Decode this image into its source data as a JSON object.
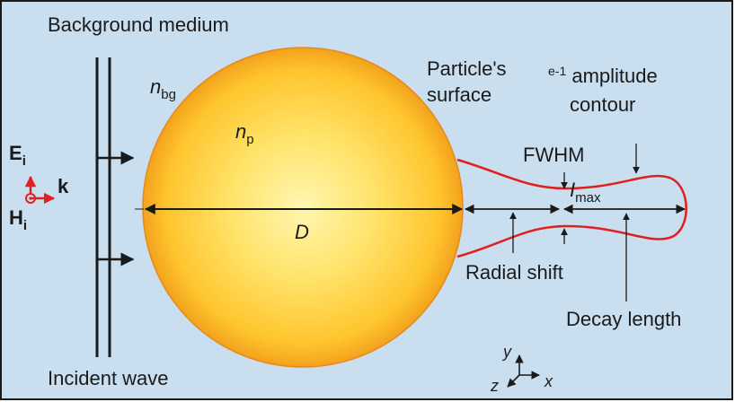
{
  "labels": {
    "background_medium": "Background medium",
    "n_bg": {
      "base": "n",
      "sub": "bg"
    },
    "n_p": {
      "base": "n",
      "sub": "p"
    },
    "particle_surface_line1": "Particle's",
    "particle_surface_line2": "surface",
    "amplitude_contour": {
      "sup": "e-1",
      "line1_rest": " amplitude",
      "line2": "contour"
    },
    "fwhm": "FWHM",
    "i_max": {
      "base": "I",
      "sub": "max"
    },
    "diameter": "D",
    "radial_shift": "Radial shift",
    "decay_length": "Decay length",
    "incident_wave": "Incident wave",
    "e_field": {
      "base": "E",
      "sub": "i"
    },
    "k_vector": "k",
    "h_field": {
      "base": "H",
      "sub": "i"
    },
    "axis_y": "y",
    "axis_z": "z",
    "axis_x": "x"
  },
  "colors": {
    "background": "#c9dff0",
    "border": "#1a1a1a",
    "particle_center": "#fff6b0",
    "particle_mid": "#ffd23a",
    "particle_edge": "#f2a21d",
    "particle_outline": "#e8891a",
    "jet_contour": "#e02020",
    "field_arrows": "#e02020",
    "ink": "#1a1a1a"
  }
}
